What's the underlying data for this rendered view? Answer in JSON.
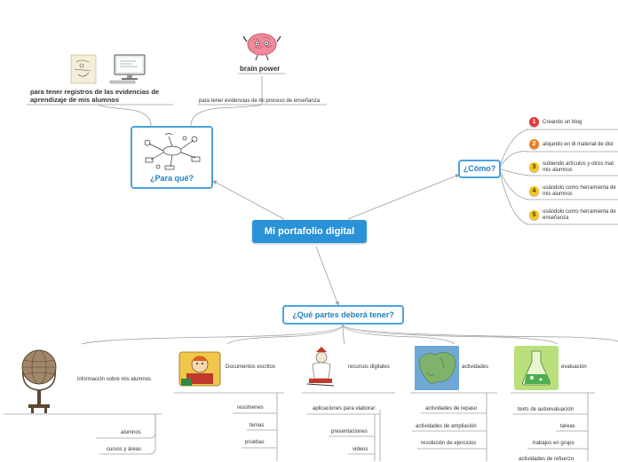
{
  "central": {
    "label": "Mi portafolio digital"
  },
  "para_que": {
    "label": "¿Para qué?",
    "items": [
      {
        "label": "para tener registros de las evidencias de aprendizaje de mis alumnos"
      },
      {
        "label": "para tener evidencias de mi proceso de enseñanza"
      }
    ],
    "brain_label": "brain power"
  },
  "como": {
    "label": "¿Cómo?",
    "items": [
      {
        "num": "1",
        "color": "#e03b3b",
        "label": "Creando un blog"
      },
      {
        "num": "2",
        "color": "#f07d1f",
        "label": "alojando en él material de dist"
      },
      {
        "num": "3",
        "color": "#f5c518",
        "label": "subiendo artículos y otros mat mis alumnos"
      },
      {
        "num": "4",
        "color": "#f5c518",
        "label": "usándolo como herramienta de mis alumnos"
      },
      {
        "num": "5",
        "color": "#f5c518",
        "label": "usándolo como herramienta de enseñanza"
      }
    ]
  },
  "partes": {
    "label": "¿Qué partes deberá tener?",
    "branches": [
      {
        "label": "información sobre mis alumnos",
        "children": [
          "alumnos",
          "cursos y áreas"
        ]
      },
      {
        "label": "Documentos escritos",
        "children": [
          "resúmenes",
          "temas",
          "pruebas"
        ]
      },
      {
        "label": "recursos digitales",
        "children": [
          "aplicaciones para elaborar:",
          "presentaciones",
          "videos"
        ]
      },
      {
        "label": "actividades",
        "children": [
          "actividades de repaso",
          "actividades de ampliación",
          "resolución de ejercicios"
        ]
      },
      {
        "label": "evaluación",
        "children": [
          "texts de autoevaluación",
          "tareas",
          "trabajos en grupo",
          "actividades de refuerzo"
        ]
      }
    ]
  }
}
